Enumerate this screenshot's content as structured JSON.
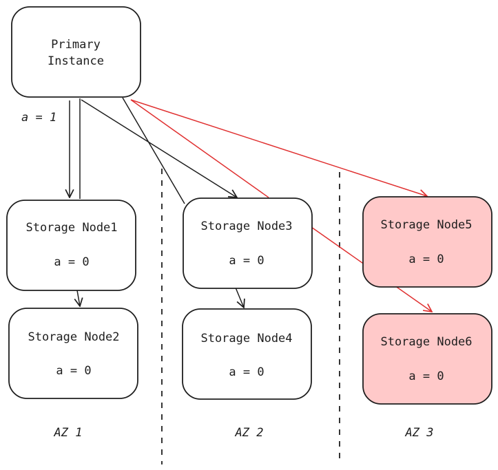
{
  "nodes": {
    "primary": {
      "line1": "Primary",
      "line2": "Instance"
    },
    "node1": {
      "name": "Storage Node1",
      "value": "a = 0"
    },
    "node2": {
      "name": "Storage Node2",
      "value": "a = 0"
    },
    "node3": {
      "name": "Storage Node3",
      "value": "a = 0"
    },
    "node4": {
      "name": "Storage Node4",
      "value": "a = 0"
    },
    "node5": {
      "name": "Storage Node5",
      "value": "a = 0"
    },
    "node6": {
      "name": "Storage Node6",
      "value": "a = 0"
    }
  },
  "edge_label": "a = 1",
  "zones": [
    "AZ 1",
    "AZ 2",
    "AZ 3"
  ],
  "colors": {
    "stroke": "#1e1e1e",
    "highlight_fill": "#ffc9c9",
    "red_edge": "#e03131"
  }
}
